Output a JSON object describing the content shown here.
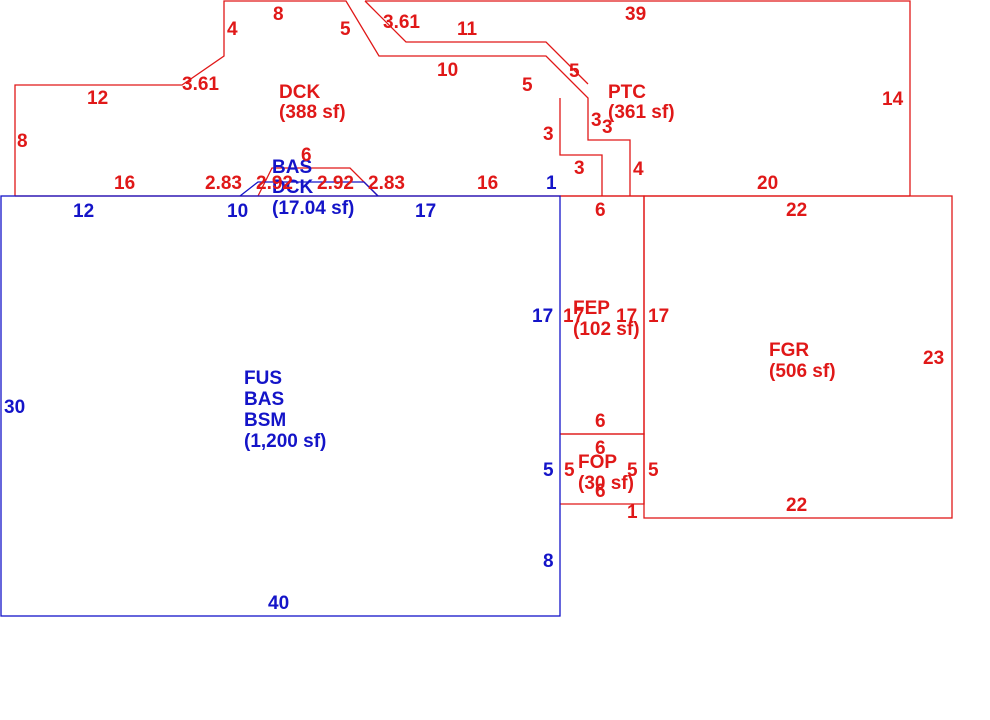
{
  "colors": {
    "red": "#e01818",
    "blue": "#1414c8"
  },
  "areas": {
    "dck": {
      "code": "DCK",
      "area": "(388 sf)"
    },
    "ptc": {
      "code": "PTC",
      "area": "(361 sf)"
    },
    "bas_dck": {
      "code1": "BAS",
      "code2": "DCK",
      "area": "(17.04 sf)"
    },
    "main": {
      "code1": "FUS",
      "code2": "BAS",
      "code3": "BSM",
      "area": "(1,200 sf)"
    },
    "fep": {
      "code": "FEP",
      "area": "(102 sf)"
    },
    "fgr": {
      "code": "FGR",
      "area": "(506 sf)"
    },
    "fop": {
      "code": "FOP",
      "area": "(30 sf)"
    }
  },
  "dimensions": {
    "red": [
      "8",
      "4",
      "5",
      "3.61",
      "11",
      "39",
      "3.61",
      "12",
      "10",
      "5",
      "5",
      "8",
      "3",
      "3",
      "3",
      "3",
      "14",
      "4",
      "6",
      "2.83",
      "2.83",
      "16",
      "16",
      "20",
      "6",
      "22",
      "17",
      "17",
      "17",
      "23",
      "6",
      "6",
      "5",
      "5",
      "5",
      "6",
      "1",
      "22",
      "2.92",
      "2.92"
    ],
    "blue": [
      "1",
      "12",
      "10",
      "17",
      "17",
      "30",
      "5",
      "8",
      "40"
    ]
  }
}
